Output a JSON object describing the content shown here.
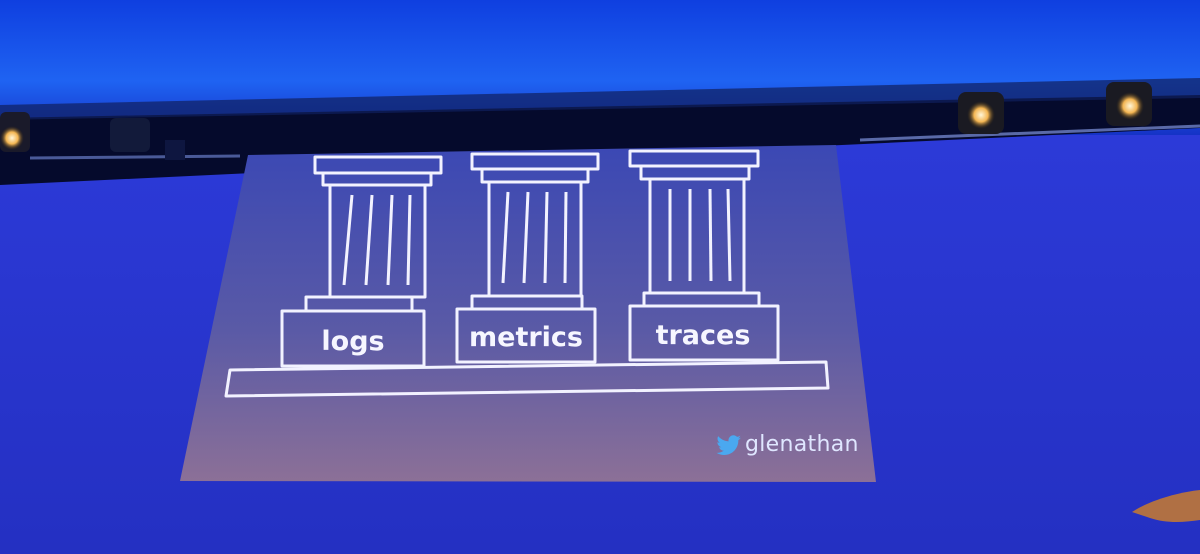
{
  "slide": {
    "pillars": [
      {
        "label": "logs"
      },
      {
        "label": "metrics"
      },
      {
        "label": "traces"
      }
    ],
    "handle": "glenathan",
    "handle_icon": "twitter-bird-icon"
  },
  "colors": {
    "ceiling": "#1b4fe6",
    "wall": "#2b3ad8",
    "slide_top": "#3f4cae",
    "slide_bottom": "#8a6f96",
    "line": "#f2f2ff"
  }
}
